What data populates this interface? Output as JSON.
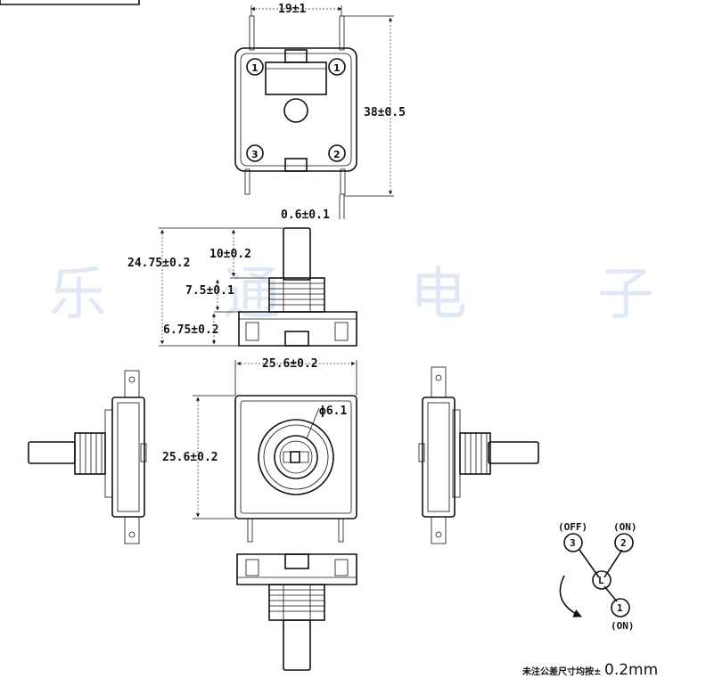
{
  "dimensions": {
    "pin_spacing": "19±1",
    "height_total": "38±0.5",
    "terminal_thickness": "0.6±0.1",
    "overall_height": "24.75±0.2",
    "shaft_length": "10±0.2",
    "thread_length": "7.5±0.1",
    "body_height": "6.75±0.2",
    "body_width": "25.6±0.2",
    "body_depth": "25.6±0.2",
    "shaft_diameter": "ϕ6.1"
  },
  "back_view_pins": [
    "1",
    "1",
    "3",
    "2"
  ],
  "watermark": [
    "乐",
    "通",
    "电",
    "子"
  ],
  "schematic": {
    "pin_3": "3",
    "pin_2": "2",
    "pin_1": "1",
    "pin_common": "L",
    "label_3": "(OFF)",
    "label_2": "(ON)",
    "label_1": "(ON)"
  },
  "tolerance_note": {
    "text": "未注公差尺寸均按±",
    "value": "0.2mm"
  }
}
